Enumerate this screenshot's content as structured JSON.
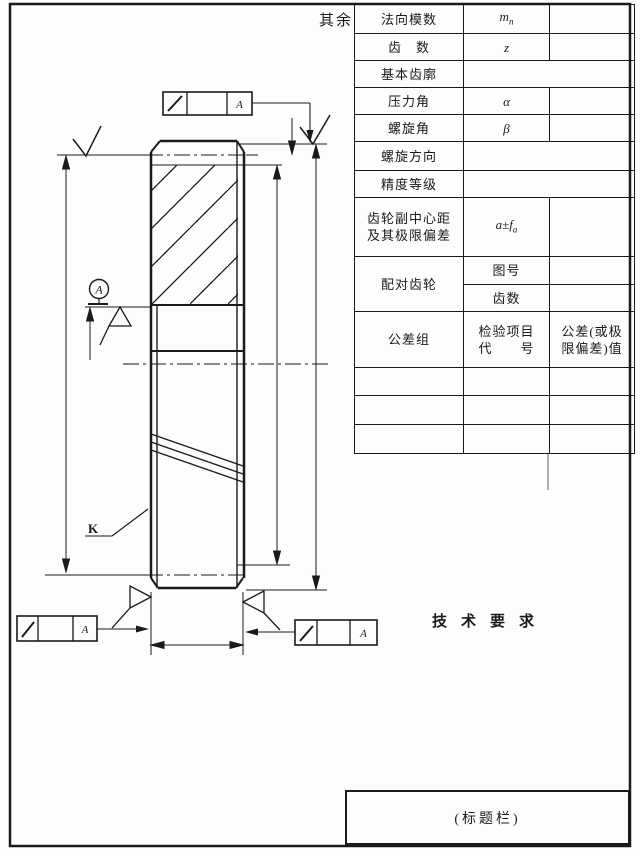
{
  "misc": {
    "surplus": "其余",
    "tech_requirements": "技术要求",
    "title_block": "(标题栏)",
    "k_label": "K",
    "datum_circle_letter": "A"
  },
  "frames": {
    "top_datum": "A",
    "bottom_left_datum": "A",
    "bottom_right_datum": "A"
  },
  "table": {
    "r1": {
      "label": "法向模数",
      "sym": "m",
      "sub": "n"
    },
    "r2": {
      "label": "齿　数",
      "sym": "z"
    },
    "r3": {
      "label": "基本齿廓"
    },
    "r4": {
      "label": "压力角",
      "sym": "α"
    },
    "r5": {
      "label": "螺旋角",
      "sym": "β"
    },
    "r6": {
      "label": "螺旋方向"
    },
    "r7": {
      "label": "精度等级"
    },
    "r8": {
      "label1": "齿轮副中心距",
      "label2": "及其极限偏差",
      "sym": "a±f",
      "sub": "a"
    },
    "r9": {
      "label": "配对齿轮",
      "row1": "图号",
      "row2": "齿数"
    },
    "r10": {
      "label": "公差组",
      "mid1": "检验项目",
      "mid2": "代　　号",
      "right1": "公差(或极",
      "right2": "限偏差)值"
    }
  }
}
